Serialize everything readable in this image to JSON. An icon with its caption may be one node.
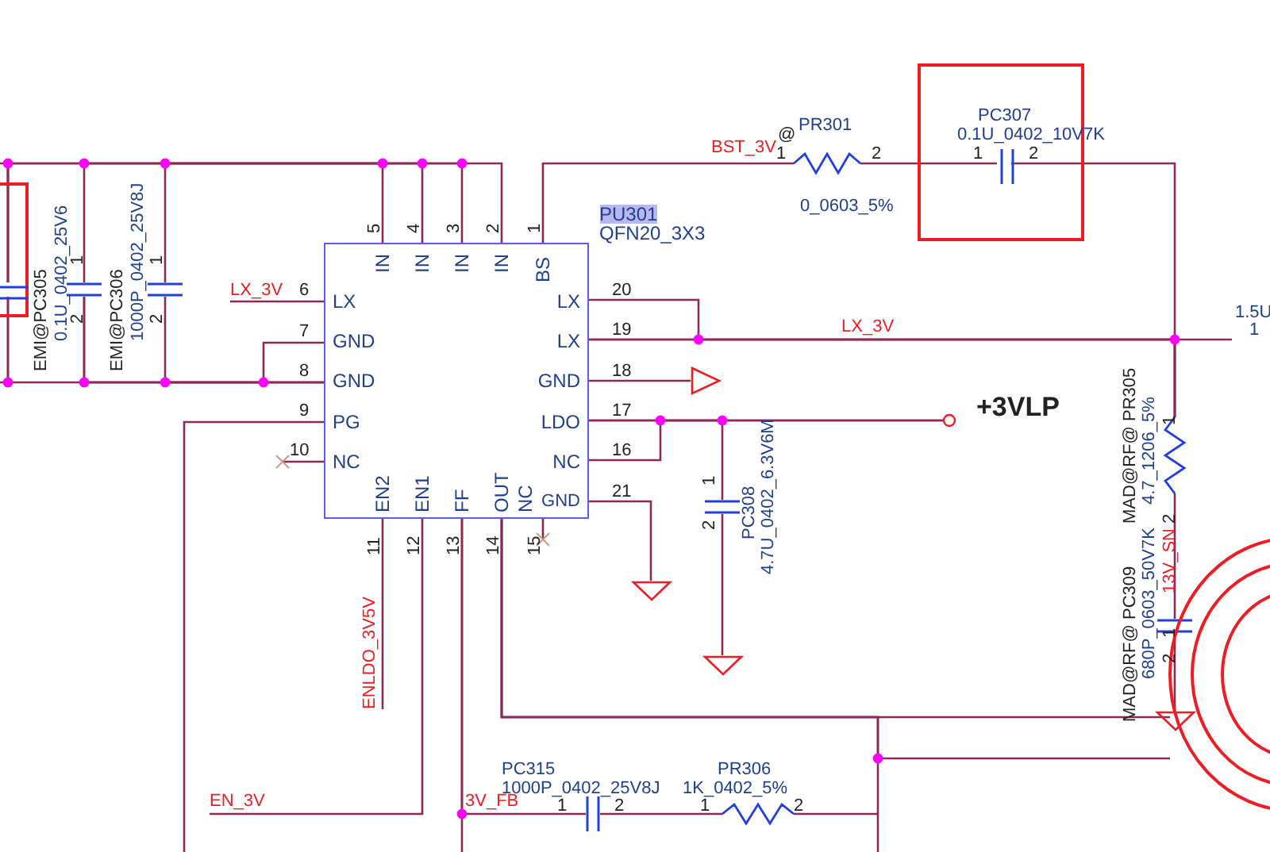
{
  "diagram": {
    "nodes": [
      {
        "text": [
          "PU301",
          "QFN20_3X3",
          "IN",
          "IN",
          "IN",
          "IN",
          "BS",
          "LX",
          "GND",
          "GND",
          "PG",
          "NC",
          "LX",
          "LX",
          "GND",
          "LDO",
          "NC",
          "GND",
          "EN2",
          "EN1",
          "FF",
          "OUT",
          "NC",
          "5",
          "4",
          "3",
          "2",
          "1",
          "6",
          "7",
          "8",
          "9",
          "10",
          "20",
          "19",
          "18",
          "17",
          "16",
          "21",
          "11",
          "12",
          "13",
          "14",
          "15"
        ]
      },
      {
        "text": [],
        "shape": "box"
      },
      {
        "text": [],
        "shape": "capacitor",
        "in": 1
      },
      {
        "text": [],
        "shape": "capacitor"
      },
      {
        "text": [],
        "shape": "capacitor"
      },
      {
        "text": [],
        "shape": "resistor"
      },
      {
        "text": [],
        "shape": "box"
      },
      {
        "text": [],
        "shape": "capacitor",
        "in": 6
      },
      {
        "text": [],
        "shape": "ground"
      },
      {
        "text": [],
        "shape": "circle"
      },
      {
        "text": [],
        "shape": "resistor"
      },
      {
        "text": [],
        "shape": "capacitor"
      },
      {
        "text": [],
        "shape": "ground"
      },
      {
        "text": [],
        "shape": "ground"
      },
      {
        "text": [],
        "shape": "capacitor"
      },
      {
        "text": [],
        "shape": "ground"
      },
      {
        "text": [],
        "shape": "rings"
      },
      {
        "text": [],
        "shape": "capacitor"
      },
      {
        "text": [],
        "shape": "resistor"
      },
      {
        "text": [
          "LX_3V"
        ]
      },
      {
        "text": [
          "1.5U",
          "1"
        ]
      },
      {
        "text": [
          "ENLDO_3V5V"
        ]
      },
      {
        "text": [
          "EN_3V"
        ]
      }
    ],
    "edges": [
      {
        "from": 0,
        "to": 2,
        "arrow": "none"
      },
      {
        "from": 0,
        "to": 3,
        "arrow": "none"
      },
      {
        "from": 0,
        "to": 4,
        "arrow": "none"
      },
      {
        "from": 0,
        "to": 2,
        "arrow": "none"
      },
      {
        "from": 2,
        "to": null,
        "arrow": "none"
      },
      {
        "from": 2,
        "to": 0,
        "arrow": "none"
      },
      {
        "from": 3,
        "to": 0,
        "arrow": "none"
      },
      {
        "from": 4,
        "to": 0,
        "arrow": "none"
      },
      {
        "from": 0,
        "to": 3,
        "arrow": "none"
      },
      {
        "from": 2,
        "to": null,
        "arrow": "none"
      },
      {
        "from": 19,
        "to": 0,
        "arrow": "none"
      },
      {
        "from": 0,
        "to": null,
        "arrow": "none"
      },
      {
        "from": 0,
        "to": null,
        "arrow": "none"
      },
      {
        "from": 0,
        "to": 5,
        "arrow": "none"
      },
      {
        "from": 5,
        "to": 7,
        "arrow": "none"
      },
      {
        "from": 7,
        "to": 10,
        "arrow": "none"
      },
      {
        "from": 0,
        "to": 10,
        "arrow": "none"
      },
      {
        "from": 0,
        "to": 10,
        "arrow": "none"
      },
      {
        "from": 0,
        "to": 20,
        "arrow": "none"
      },
      {
        "from": 0,
        "to": 8,
        "arrow": "none"
      },
      {
        "from": 0,
        "to": 9,
        "arrow": "none"
      },
      {
        "from": 0,
        "to": 9,
        "arrow": "none"
      },
      {
        "from": 0,
        "to": 11,
        "arrow": "none"
      },
      {
        "from": 11,
        "to": 13,
        "arrow": "none"
      },
      {
        "from": 0,
        "to": 12,
        "arrow": "none"
      },
      {
        "from": 10,
        "to": 14,
        "arrow": "none"
      },
      {
        "from": 14,
        "to": 15,
        "arrow": "none"
      },
      {
        "from": 0,
        "to": 21,
        "arrow": "none"
      },
      {
        "from": 0,
        "to": 22,
        "arrow": "none"
      },
      {
        "from": 0,
        "to": 17,
        "arrow": "none"
      },
      {
        "from": 0,
        "to": null,
        "arrow": "none"
      },
      {
        "from": 17,
        "to": 18,
        "arrow": "none"
      },
      {
        "from": 18,
        "to": null,
        "arrow": "none"
      },
      {
        "from": 0,
        "to": 16,
        "arrow": "none"
      },
      {
        "from": 0,
        "to": null,
        "arrow": "none"
      },
      {
        "from": 0,
        "to": 16,
        "arrow": "none"
      },
      {
        "from": 0,
        "to": null,
        "arrow": "none"
      }
    ],
    "labels": [
      "EMI@PC305",
      "0.1U_0402_25V6",
      "1",
      "2",
      "EMI@PC306",
      "1000P_0402_25V8J",
      "1",
      "2",
      "BST_3V",
      "@",
      "PR301",
      "1",
      "2",
      "0_0603_5%",
      "PC307",
      "0.1U_0402_10V7K",
      "1",
      "2",
      "LX_3V",
      "+3VLP",
      "MAD@RF@ PR305",
      "4.7_1206_5%",
      "1",
      "2",
      "1",
      "2",
      "PC308",
      "4.7U_0402_6.3V6M",
      "MAD@RF@ PC309",
      "680P_0603_50V7K",
      "13V_SN",
      "1",
      "2",
      "3V_FB",
      "PC315",
      "1000P_0402_25V8J",
      "1",
      "2",
      "PR306",
      "1K_0402_5%",
      "1",
      "2"
    ]
  }
}
